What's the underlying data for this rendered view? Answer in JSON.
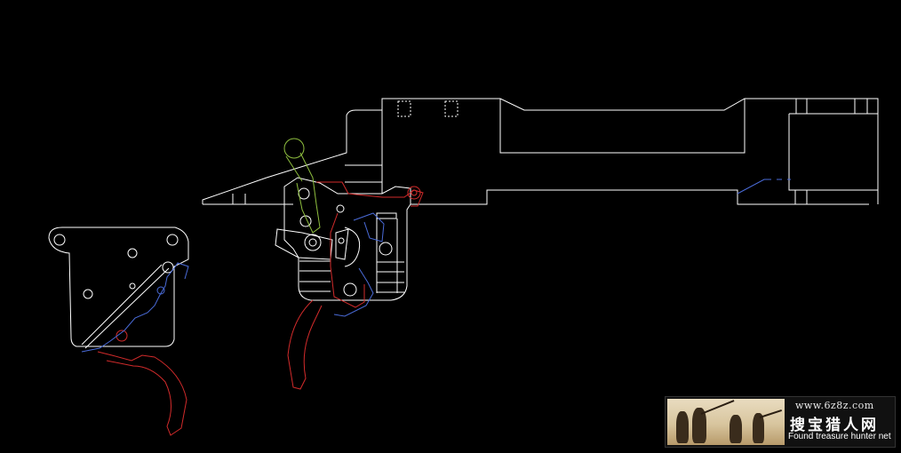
{
  "drawing": {
    "background": "#000000",
    "stroke_colors": {
      "outline": "#ffffff",
      "trigger": "#d22b2b",
      "sear_spring": "#4a6bd8",
      "lever": "#8fbf3f"
    }
  },
  "watermark": {
    "url": "www.6z8z.com",
    "name_cn": "搜宝猎人网",
    "name_en": "Found treasure hunter net"
  }
}
